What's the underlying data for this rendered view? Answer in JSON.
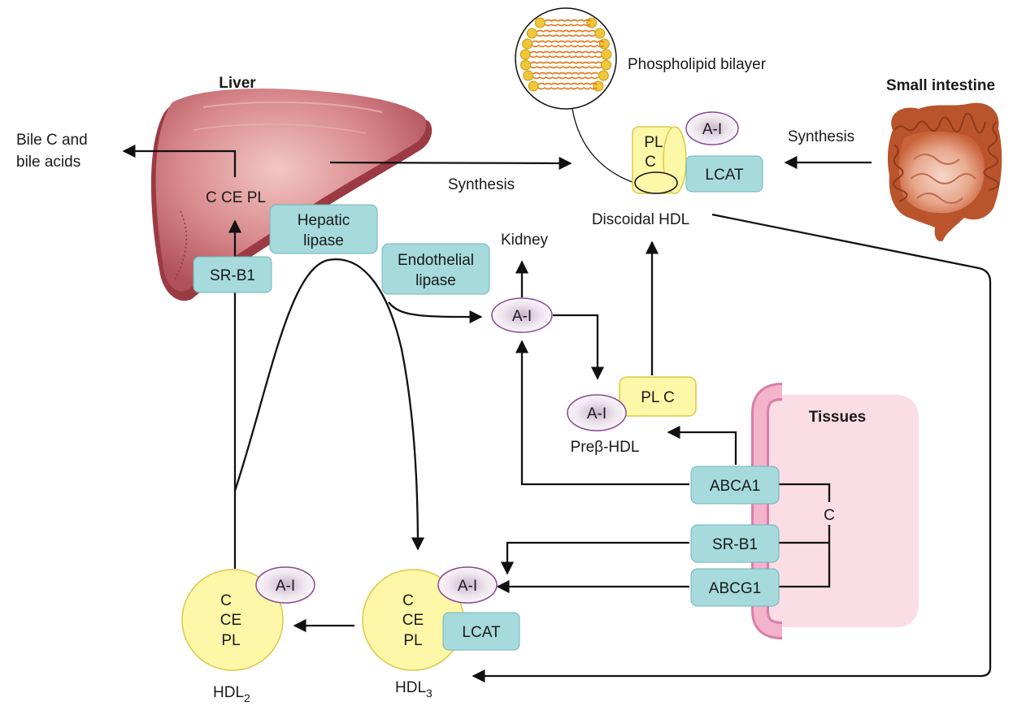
{
  "organs": {
    "liver": "Liver",
    "small_intestine": "Small intestine",
    "tissues": "Tissues",
    "kidney": "Kidney"
  },
  "liver_content": {
    "bile_line1": "Bile C and",
    "bile_line2": "bile acids",
    "lipids": "C CE PL"
  },
  "enzymes": {
    "sr_b1_liver": "SR-B1",
    "hepatic_lipase_1": "Hepatic",
    "hepatic_lipase_2": "lipase",
    "endothelial_lipase_1": "Endothelial",
    "endothelial_lipase_2": "lipase",
    "lcat_discoidal": "LCAT",
    "lcat_hdl3": "LCAT",
    "abca1": "ABCA1",
    "sr_b1_tissue": "SR-B1",
    "abcg1": "ABCG1"
  },
  "apolipoproteins": {
    "ai_discoidal": "A-I",
    "ai_free": "A-I",
    "ai_prebeta": "A-I",
    "ai_hdl2": "A-I",
    "ai_hdl3": "A-I"
  },
  "particles": {
    "discoidal_pl": "PL",
    "discoidal_c": "C",
    "discoidal_label": "Discoidal HDL",
    "prebeta_content": "PL C",
    "prebeta_label": "Preβ-HDL",
    "hdl2_c": "C",
    "hdl2_ce": "CE",
    "hdl2_pl": "PL",
    "hdl2_label_main": "HDL",
    "hdl2_label_sub": "2",
    "hdl3_c": "C",
    "hdl3_ce": "CE",
    "hdl3_pl": "PL",
    "hdl3_label_main": "HDL",
    "hdl3_label_sub": "3"
  },
  "processes": {
    "synthesis_liver": "Synthesis",
    "synthesis_intestine": "Synthesis",
    "phospholipid_bilayer": "Phospholipid bilayer",
    "tissue_cholesterol": "C"
  },
  "colors": {
    "enzyme_fill": "#a6dadc",
    "particle_fill": "#fff7a8",
    "apoa1_fill": "#ece3ec",
    "apoa1_stroke": "#8a4a94",
    "tissue_fill": "#fbdde6",
    "membrane_fill": "#f2a8c6",
    "liver_fill": "#c0656a",
    "intestine_fill": "#c9643a"
  }
}
